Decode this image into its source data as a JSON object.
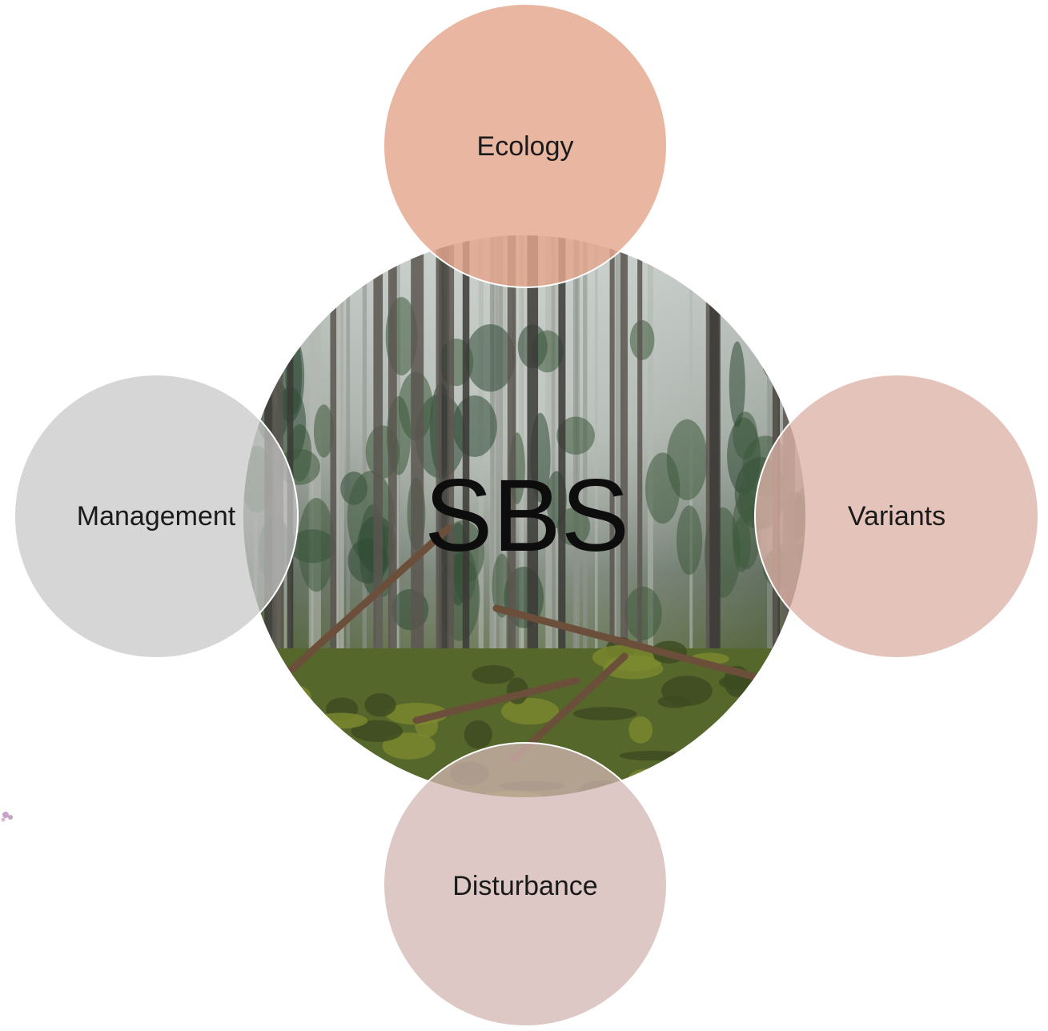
{
  "diagram": {
    "center": {
      "label": "SBS",
      "image": "boreal-forest-photo"
    },
    "nodes": [
      {
        "id": "ecology",
        "label": "Ecology",
        "color": "#E4A68C"
      },
      {
        "id": "variants",
        "label": "Variants",
        "color": "#DDB2A6"
      },
      {
        "id": "disturbance",
        "label": "Disturbance",
        "color": "#D2B6B2"
      },
      {
        "id": "management",
        "label": "Management",
        "color": "#C6C6C6"
      }
    ]
  }
}
